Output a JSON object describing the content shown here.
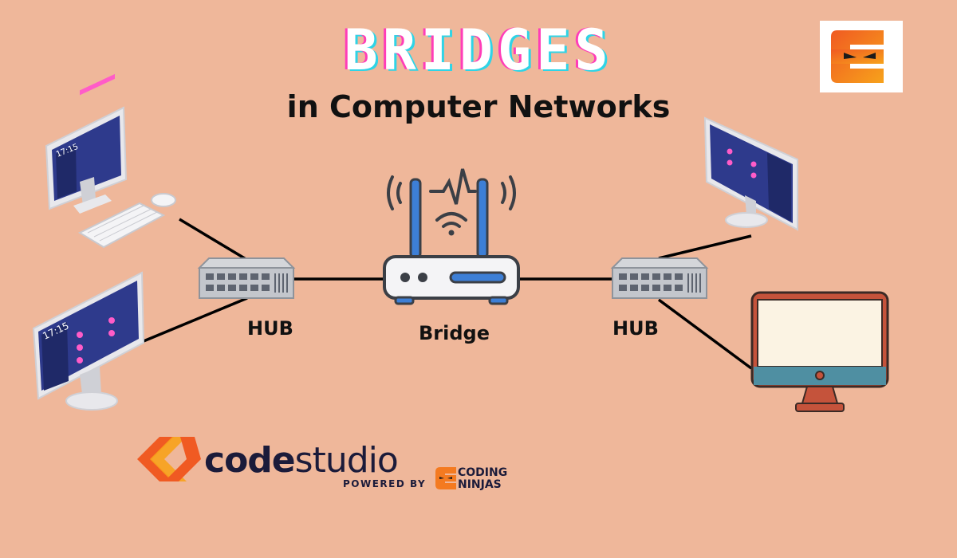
{
  "header": {
    "title": "BRIDGES",
    "subtitle": "in Computer Networks"
  },
  "diagram": {
    "hub_left_label": "HUB",
    "bridge_label": "Bridge",
    "hub_right_label": "HUB",
    "screen_time": "17:15"
  },
  "footer": {
    "brand_bold": "code",
    "brand_light": "studio",
    "powered_by": "POWERED BY",
    "partner_line1": "CODING",
    "partner_line2": "NINJAS"
  },
  "colors": {
    "background": "#efb79a",
    "accent_orange": "#f47a20",
    "hub_gray": "#b8bcc4",
    "router_blue": "#3d7fd6",
    "link_black": "#000000"
  }
}
